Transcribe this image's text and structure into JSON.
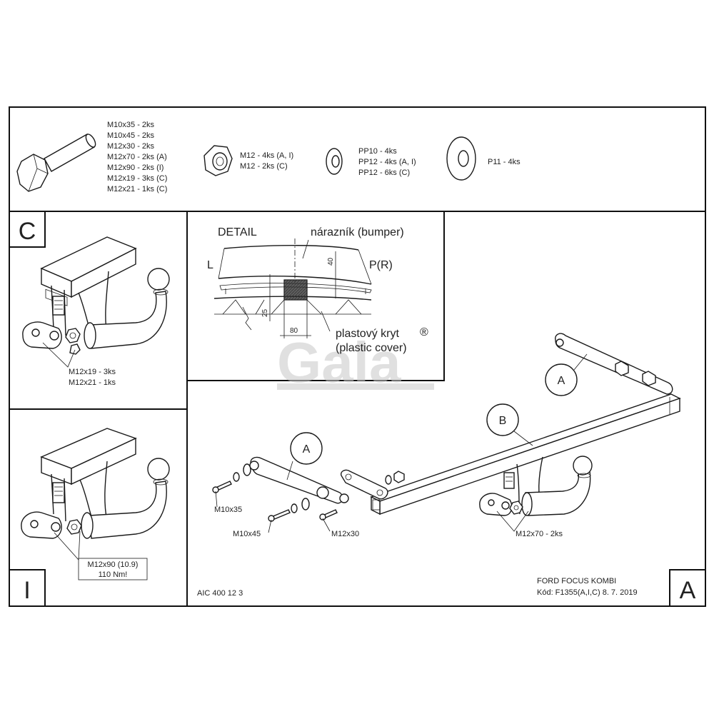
{
  "parts": {
    "bolt_list": [
      "M10x35 - 2ks",
      "M10x45 - 2ks",
      "M12x30 - 2ks",
      "M12x70 - 2ks (A)",
      "M12x90 - 2ks (I)",
      "M12x19 - 3ks (C)",
      "M12x21 - 1ks (C)"
    ],
    "nut_list": [
      "M12 - 4ks (A, I)",
      "M12 - 2ks (C)"
    ],
    "washer_list": [
      "PP10 - 4ks",
      "PP12 - 4ks (A, I)",
      "PP12 - 6ks (C)"
    ],
    "large_washer_list": [
      "P11 - 4ks"
    ]
  },
  "panel_c": {
    "letter": "C",
    "labels": [
      "M12x19 - 3ks",
      "M12x21 - 1ks"
    ]
  },
  "panel_i": {
    "letter": "I",
    "labels": [
      "M12x90 (10.9)",
      "110 Nm!"
    ]
  },
  "detail": {
    "title": "DETAIL",
    "bumper": "nárazník (bumper)",
    "left": "L",
    "right": "P(R)",
    "dim_40": "40",
    "dim_25": "25",
    "dim_80": "80",
    "cover": "plastový kryt",
    "cover_en": "(plastic cover)",
    "reg": "®"
  },
  "watermark": "Gala",
  "main": {
    "label_a": "A",
    "label_b": "B",
    "bolts": [
      "M10x35",
      "M10x45",
      "M12x30",
      "M12x70 - 2ks"
    ],
    "code": "AIC 400 12 3",
    "vehicle": "FORD FOCUS KOMBI",
    "kod": "Kód: F1355(A,I,C)  8. 7. 2019",
    "letter": "A"
  }
}
